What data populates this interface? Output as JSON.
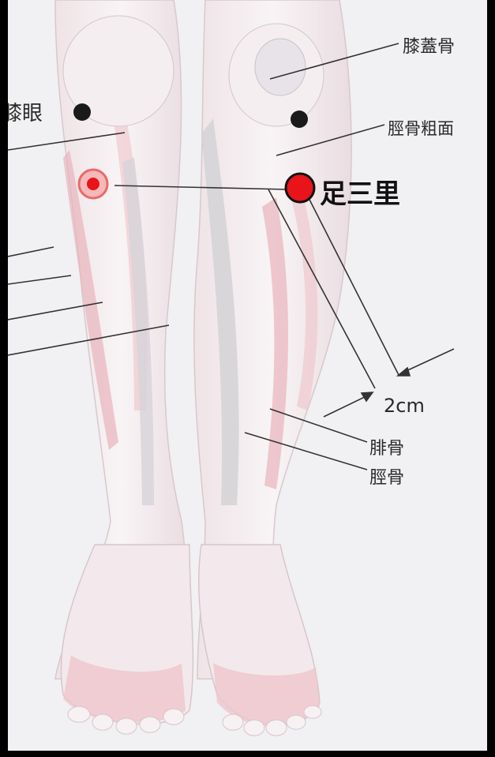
{
  "labels": {
    "knee_eye": "膝眼",
    "patella": "膝蓋骨",
    "tibial_tuberosity": "脛骨粗面",
    "zusanli": "足三里",
    "distance": "2cm",
    "fibula": "腓骨",
    "tibia": "脛骨"
  },
  "colors": {
    "acupoint_red": "#e8141a",
    "acupoint_black": "#1a1a1a",
    "target_pink": "#e86a6a",
    "skin": "#f6eef0",
    "muscle_pink": "#e8b4bc",
    "bone_grey": "#d4d2d6",
    "line": "#333333"
  },
  "icons": {
    "left_knee_eye_point": "acupoint-dot-icon",
    "right_knee_eye_point": "acupoint-dot-icon",
    "zusanli_point": "acupoint-dot-icon",
    "mirror_point": "target-ring-icon"
  }
}
